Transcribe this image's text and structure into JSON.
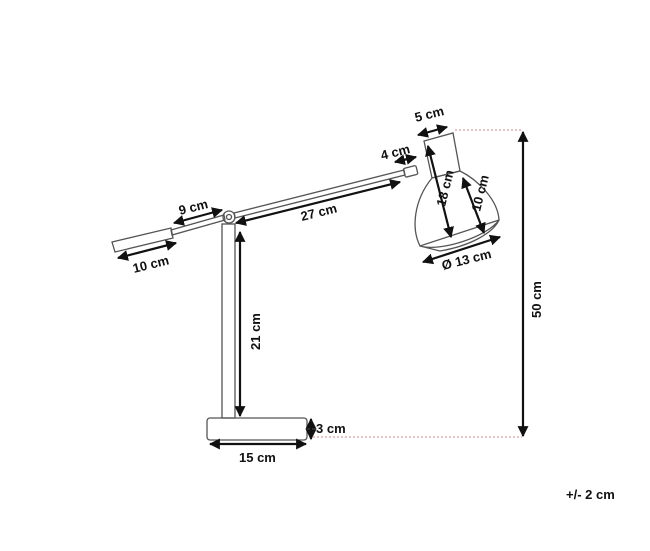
{
  "dimensions": {
    "shade_top_width": "5 cm",
    "shade_neck": "4 cm",
    "shade_length": "18 cm",
    "shade_lower_height": "10 cm",
    "shade_diameter": "Ø 13 cm",
    "rear_arm": "9 cm",
    "main_arm": "27 cm",
    "counterweight": "10 cm",
    "stem": "21 cm",
    "base_height": "3 cm",
    "base_width": "15 cm",
    "total_height": "50 cm"
  },
  "tolerance": "+/- 2 cm"
}
